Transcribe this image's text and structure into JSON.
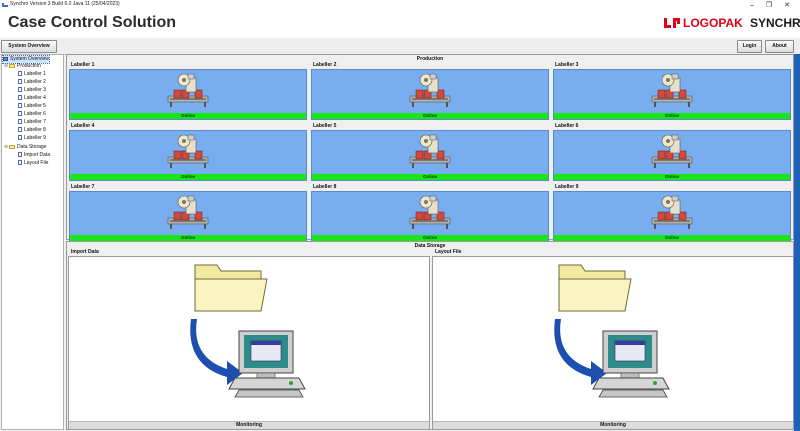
{
  "window": {
    "title": "Synchro Version 3 Build 6.0 Java 11 (25/04/2023)",
    "minimize": "–",
    "restore": "❐",
    "close": "✕"
  },
  "header": {
    "app_title": "Case Control Solution",
    "brand_part1": "LOGOPAK",
    "brand_part2": "SYNCHRO",
    "brand_color": "#e3001b"
  },
  "toolbar": {
    "system_overview": "System Overview",
    "login": "Login",
    "about": "About"
  },
  "tree": {
    "root": "System Overview",
    "production": "Production",
    "labellers": [
      "Labeller 1",
      "Labeller 2",
      "Labeller 3",
      "Labeller 4",
      "Labeller 5",
      "Labeller 6",
      "Labeller 7",
      "Labeller 8",
      "Labeller 9"
    ],
    "data_storage": "Data Storage",
    "storage_items": [
      "Import Data",
      "Layout File"
    ]
  },
  "production": {
    "title": "Production",
    "labellers": [
      {
        "name": "Labeller 1",
        "status": "Online"
      },
      {
        "name": "Labeller 2",
        "status": "Online"
      },
      {
        "name": "Labeller 3",
        "status": "Online"
      },
      {
        "name": "Labeller 4",
        "status": "Online"
      },
      {
        "name": "Labeller 5",
        "status": "Online"
      },
      {
        "name": "Labeller 6",
        "status": "Online"
      },
      {
        "name": "Labeller 7",
        "status": "Online"
      },
      {
        "name": "Labeller 8",
        "status": "Online"
      },
      {
        "name": "Labeller 9",
        "status": "Online"
      }
    ],
    "status_color": "#19e619",
    "panel_color": "#78aef0"
  },
  "data_storage": {
    "title": "Data Storage",
    "panes": [
      {
        "name": "Import Data",
        "footer": "Monitoring"
      },
      {
        "name": "Layout File",
        "footer": "Monitoring"
      }
    ]
  }
}
